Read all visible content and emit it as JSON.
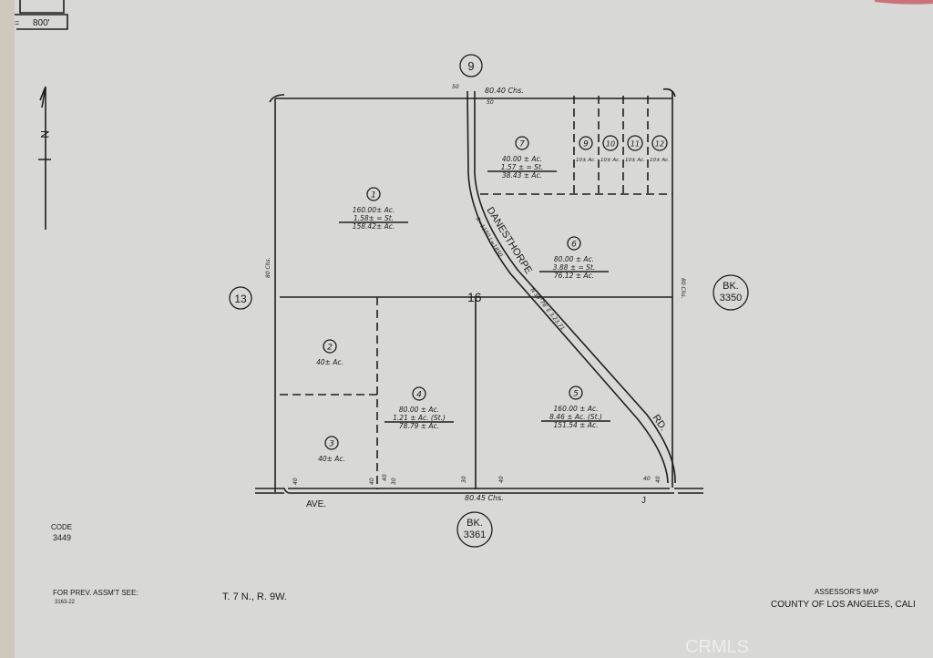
{
  "map": {
    "scale_label": "800'",
    "north_label": "N",
    "section_number": "16",
    "adjacent_section": "9",
    "adjacent_west": "13",
    "book_east": {
      "bk": "BK.",
      "num": "3350"
    },
    "book_south": {
      "bk": "BK.",
      "num": "3361"
    },
    "top_dimension": "80.40 Chs.",
    "bottom_dimension": "80.45 Chs.",
    "left_dimension": "80 Chs.",
    "right_dimension": "80 Chs.",
    "top_offsets": [
      "50",
      "50"
    ],
    "bottom_offsets": [
      "40",
      "40",
      "40",
      "30",
      "30",
      "40",
      "40",
      "40"
    ],
    "road_name": "DANESTHORPE",
    "road_suffix": "RD.",
    "road_curve_note": "R=1150  L=1850",
    "road_bearing_note": "N 36°76' E  3.23.71",
    "avenue_name": "AVE.",
    "avenue_suffix": "J"
  },
  "parcels": [
    {
      "id": "1",
      "lines": [
        "160.00± Ac.",
        "1.58± = St.",
        "158.42± Ac."
      ]
    },
    {
      "id": "2",
      "lines": [
        "40± Ac."
      ]
    },
    {
      "id": "3",
      "lines": [
        "40± Ac."
      ]
    },
    {
      "id": "4",
      "lines": [
        "80.00 ± Ac.",
        "1.21 ± Ac. (St.)",
        "78.79 ± Ac."
      ]
    },
    {
      "id": "5",
      "lines": [
        "160.00 ± Ac.",
        "8.46 ± Ac. (St.)",
        "151.54 ± Ac."
      ]
    },
    {
      "id": "6",
      "lines": [
        "80.00 ± Ac.",
        "3.88 ± = St.",
        "76.12 ± Ac."
      ]
    },
    {
      "id": "7",
      "lines": [
        "40.00 ± Ac.",
        "1.57 ± = St.",
        "38.43 ± Ac."
      ]
    },
    {
      "id": "9",
      "lines": [
        "10± Ac."
      ]
    },
    {
      "id": "10",
      "lines": [
        "10± Ac."
      ]
    },
    {
      "id": "11",
      "lines": [
        "10± Ac."
      ]
    },
    {
      "id": "12",
      "lines": [
        "10± Ac."
      ]
    }
  ],
  "footer": {
    "code_label": "CODE",
    "code_value": "3449",
    "prev_label": "FOR PREV. ASSM'T SEE:",
    "prev_value": "3163-22",
    "township": "T. 7 N., R. 9W.",
    "title1": "ASSESSOR'S MAP",
    "title2": "COUNTY OF LOS ANGELES, CALI",
    "watermark": "CRMLS"
  },
  "colors": {
    "paper": "#d8d8d6",
    "ink": "#1e1e1e"
  }
}
